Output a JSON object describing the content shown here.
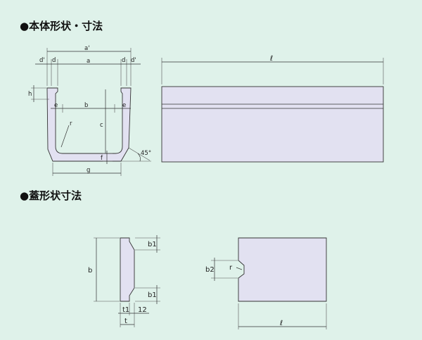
{
  "colors": {
    "background": "#dff2ea",
    "shape_fill": "#e2e1f1",
    "line": "#333333"
  },
  "sections": {
    "body": {
      "title": "●本体形状・寸法"
    },
    "lid": {
      "title": "●蓋形状寸法"
    }
  },
  "labels": {
    "a_prime": "a'",
    "d_prime_left": "d'",
    "d_left": "d",
    "a": "a",
    "d_right": "d",
    "d_prime_right": "d'",
    "h": "h",
    "e_left": "e",
    "b": "b",
    "e_right": "e",
    "c": "c",
    "r": "r",
    "f": "f",
    "g": "g",
    "angle": "45°",
    "length_body": "ℓ",
    "lid_b1_top": "b1",
    "lid_b": "b",
    "lid_b1_bottom": "b1",
    "lid_t1": "t1",
    "lid_12": "12",
    "lid_t": "t",
    "lid_b2": "b2",
    "lid_r": "r",
    "length_lid": "ℓ"
  }
}
